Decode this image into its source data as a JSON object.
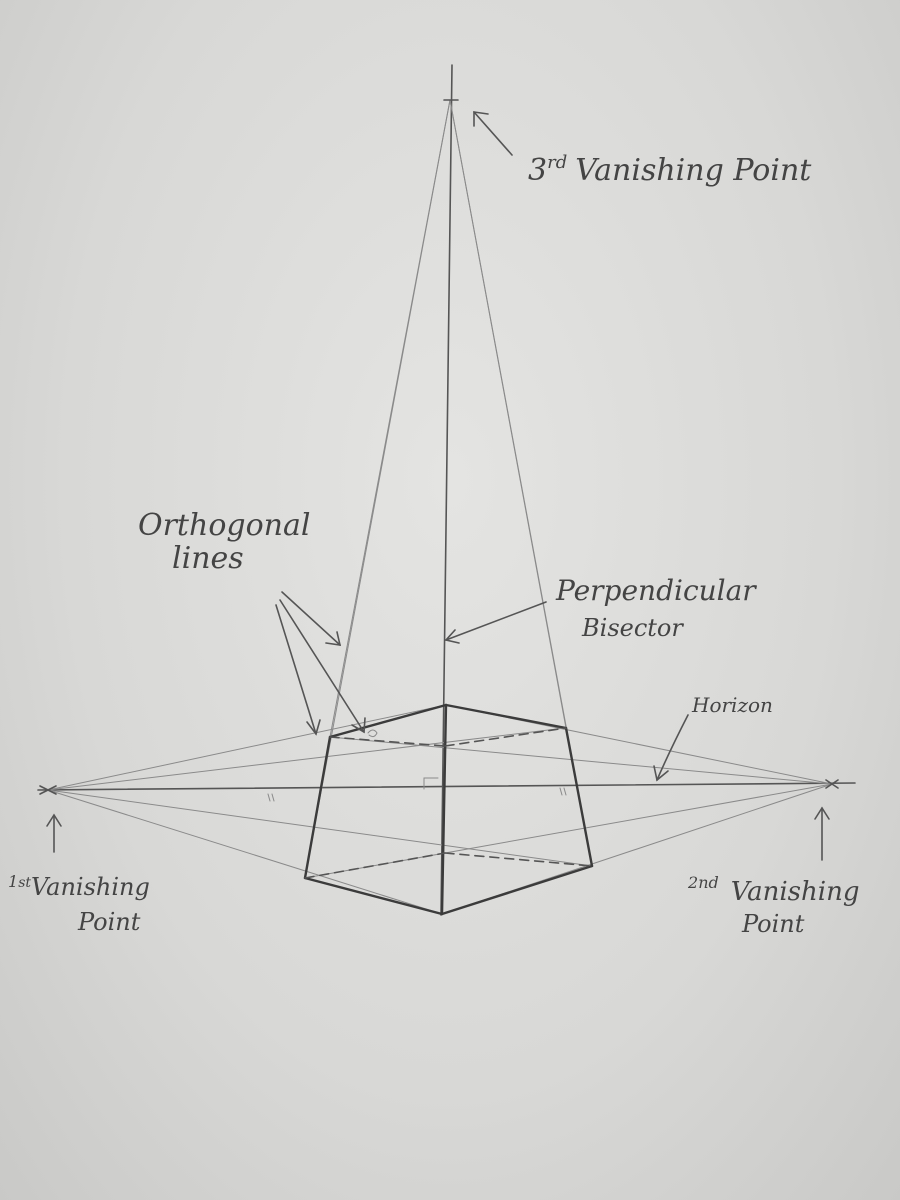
{
  "labels": {
    "third_vp": {
      "sup": "3",
      "ord": "rd",
      "text": "Vanishing Point"
    },
    "orthogonal": {
      "line1": "Orthogonal",
      "line2": "lines"
    },
    "perpendicular": {
      "line1": "Perpendicular",
      "line2": "Bisector"
    },
    "horizon": "Horizon",
    "first_vp": {
      "sup": "1",
      "ord": "st",
      "line1": "Vanishing",
      "line2": "Point"
    },
    "second_vp": {
      "sup": "2",
      "ord": "nd",
      "line1": "Vanishing",
      "line2": "Point"
    }
  },
  "colors": {
    "paper": "#dcdcda",
    "graphite": "#444444"
  }
}
